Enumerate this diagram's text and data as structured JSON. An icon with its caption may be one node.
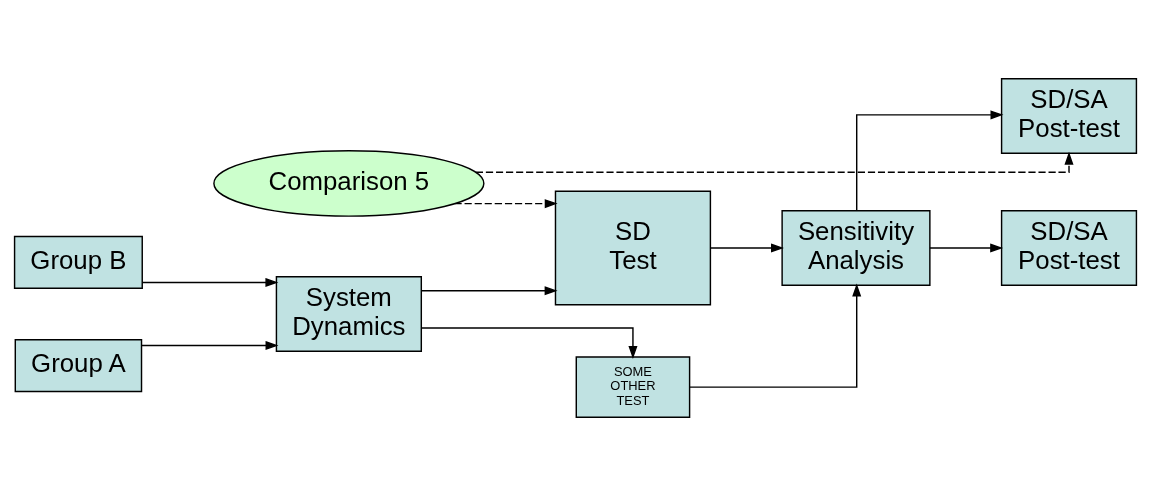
{
  "diagram": {
    "nodes": [
      {
        "text": [
          "Comparison 5"
        ]
      },
      {
        "text": [
          "Group B"
        ]
      },
      {
        "text": [
          "SD Test"
        ]
      },
      {
        "text": [
          "SD/SA Post-test"
        ]
      },
      {
        "text": [
          "System Dynamics"
        ]
      },
      {
        "text": [
          "Sensitivity Analysis"
        ]
      },
      {
        "text": [
          "Group A"
        ]
      },
      {
        "text": [
          "SOME OTHER TEST"
        ]
      },
      {
        "text": [
          "SD/SA Post-test"
        ]
      }
    ],
    "edges": [
      {
        "from": 0,
        "to": 2,
        "arrow": "to",
        "style": "dashed"
      },
      {
        "from": 0,
        "to": 3,
        "arrow": "to",
        "style": "dashed"
      },
      {
        "from": 1,
        "to": 4,
        "arrow": "to"
      },
      {
        "from": 6,
        "to": 4,
        "arrow": "to"
      },
      {
        "from": 4,
        "to": 2,
        "arrow": "to"
      },
      {
        "from": 4,
        "to": 7,
        "arrow": "to"
      },
      {
        "from": 2,
        "to": 5,
        "arrow": "to"
      },
      {
        "from": 7,
        "to": 5,
        "arrow": "to"
      },
      {
        "from": 5,
        "to": 3,
        "arrow": "to"
      },
      {
        "from": 5,
        "to": 8,
        "arrow": "to"
      }
    ]
  }
}
